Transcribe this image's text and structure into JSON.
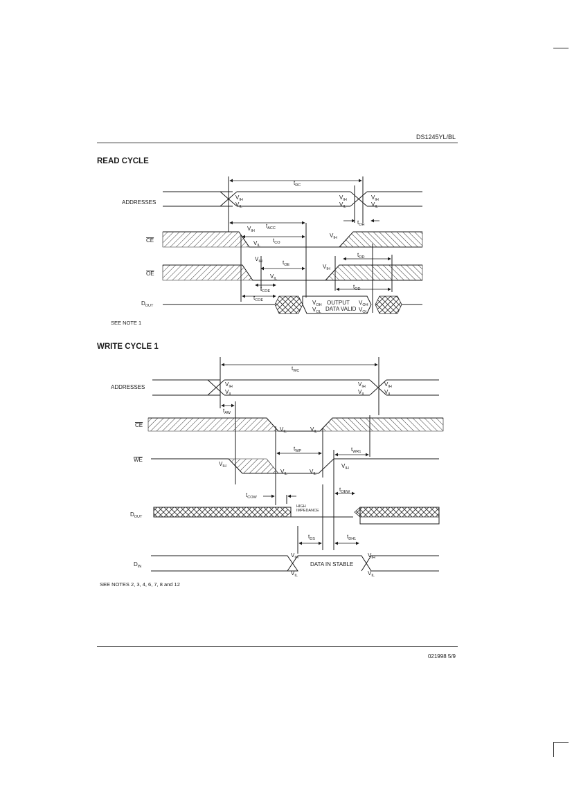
{
  "header": {
    "doc_id": "DS1245YL/BL"
  },
  "footer": {
    "code": "021998 5/9"
  },
  "read_cycle": {
    "title": "READ CYCLE",
    "note": "SEE NOTE 1",
    "signals": {
      "addresses": "ADDRESSES",
      "ce": "CE",
      "oe": "OE",
      "dout": "D",
      "dout_sub": "OUT"
    },
    "timing": {
      "trc": "t",
      "trc_sub": "RC",
      "tacc": "t",
      "tacc_sub": "ACC",
      "tco": "t",
      "tco_sub": "CO",
      "toe": "t",
      "toe_sub": "OE",
      "tcoe": "t",
      "tcoe_sub": "COE",
      "toh": "t",
      "toh_sub": "OH",
      "tod": "t",
      "tod_sub": "OD"
    },
    "output_label_1": "OUTPUT",
    "output_label_2": "DATA VALID"
  },
  "write_cycle": {
    "title": "WRITE CYCLE 1",
    "note": "SEE NOTES 2, 3, 4, 6, 7, 8 and 12",
    "signals": {
      "addresses": "ADDRESSES",
      "ce": "CE",
      "we": "WE",
      "dout": "D",
      "dout_sub": "OUT",
      "din": "D",
      "din_sub": "IN"
    },
    "timing": {
      "twc": "t",
      "twc_sub": "WC",
      "taw": "t",
      "taw_sub": "AW",
      "twp": "t",
      "twp_sub": "WP",
      "twr1": "t",
      "twr1_sub": "WR1",
      "tcow": "t",
      "tcow_sub": "COW",
      "toew": "t",
      "toew_sub": "OEW",
      "tds": "t",
      "tds_sub": "DS",
      "tdh1": "t",
      "tdh1_sub": "DH1"
    },
    "high_impedance_1": "HIGH",
    "high_impedance_2": "IMPEDANCE",
    "data_stable": "DATA IN STABLE"
  },
  "levels": {
    "v": "V",
    "ih": "IH",
    "il": "IL",
    "oh": "OH",
    "ol": "OL"
  }
}
